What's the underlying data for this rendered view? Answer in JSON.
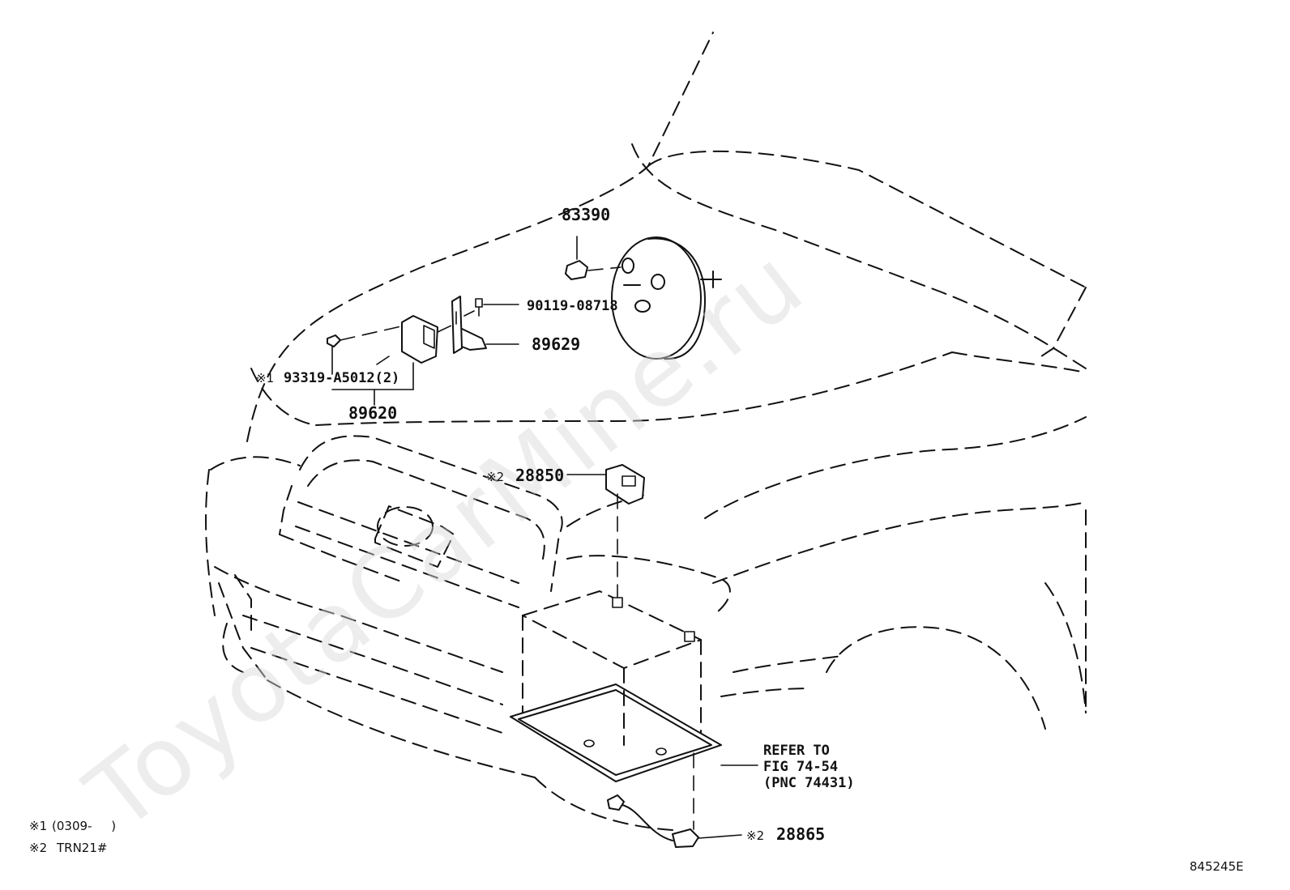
{
  "watermark": "ToyotaCarMine.ru",
  "figure_id": "845245E",
  "parts": {
    "p83390": "83390",
    "p90119": "90119-08718",
    "p89629": "89629",
    "p93319": "93319-A5012(2)",
    "p89620": "89620",
    "p28850": "28850",
    "p28865": "28865"
  },
  "marks": {
    "m1": "※1",
    "m2": "※2"
  },
  "refer": {
    "line1": "REFER TO",
    "line2": "FIG 74-54",
    "line3": "(PNC 74431)"
  },
  "legend": {
    "note1_mark": "※1",
    "note1_text": "(0309-     )",
    "note2_mark": "※2",
    "note2_text": "TRN21#"
  }
}
